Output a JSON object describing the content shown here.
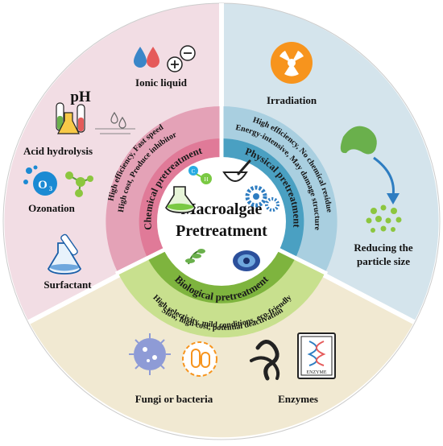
{
  "center": {
    "title_line1": "Macroalgae",
    "title_line2": "Pretreatment"
  },
  "chemical": {
    "ring_title": "Chemical pretreatment",
    "pros": "High efficiency, Fast speed",
    "cons": "High cost, Produce inhibitor",
    "methods": {
      "ionic_liquid": "Ionic liquid",
      "ph": "pH",
      "acid_hydrolysis": "Acid hydrolysis",
      "ozonation": "Ozonation",
      "ozone_symbol": "O",
      "ozone_sub": "3",
      "surfactant": "Surfactant"
    }
  },
  "physical": {
    "ring_title": "Physical pretreatment",
    "pros": "High efficiency, No chemical residue",
    "cons": "Energy-intensive, May damage structure",
    "methods": {
      "irradiation": "Irradiation",
      "reducing_line1": "Reducing the",
      "reducing_line2": "particle size"
    }
  },
  "biological": {
    "ring_title": "Biological pretreatment",
    "pros": "High selectivity, mild conditions, eco-friendly",
    "cons": "Slow, high cost, potential deactivation",
    "methods": {
      "fungi": "Fungi or bacteria",
      "enzymes": "Enzymes",
      "enzyme_box": "ENZYME"
    }
  },
  "molecule_letters": {
    "c": "C",
    "h": "H"
  },
  "colors": {
    "chemical_bg": "#f2dde4",
    "physical_bg": "#d4e4ec",
    "biological_bg": "#f1e9d2",
    "chemical_ring": "#e4a2b7",
    "chemical_inner": "#e07a98",
    "physical_ring": "#a9cfe0",
    "physical_inner": "#4aa0c2",
    "biological_ring": "#c8e08e",
    "biological_inner": "#7eb43e"
  }
}
